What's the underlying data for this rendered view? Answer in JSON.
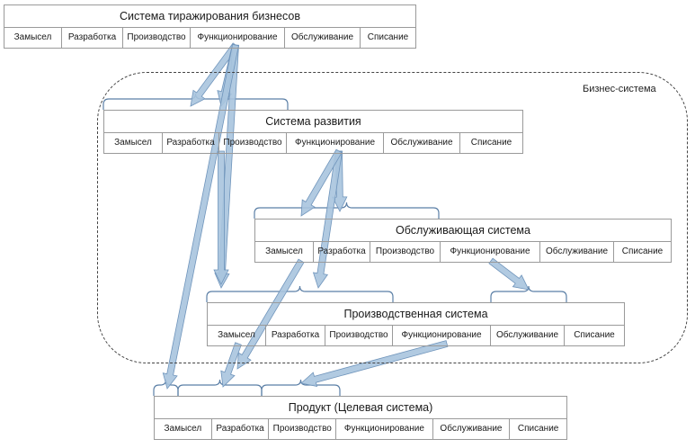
{
  "boundary_label": "Бизнес-система",
  "systems": {
    "replication": {
      "title": "Система тиражирования бизнесов",
      "stages": [
        "Замысел",
        "Разработка",
        "Производство",
        "Функционирование",
        "Обслуживание",
        "Списание"
      ]
    },
    "development": {
      "title": "Система развития",
      "stages": [
        "Замысел",
        "Разработка",
        "Производство",
        "Функционирование",
        "Обслуживание",
        "Списание"
      ]
    },
    "service": {
      "title": "Обслуживающая система",
      "stages": [
        "Замысел",
        "Разработка",
        "Производство",
        "Функционирование",
        "Обслуживание",
        "Списание"
      ]
    },
    "production": {
      "title": "Производственная система",
      "stages": [
        "Замысел",
        "Разработка",
        "Производство",
        "Функционирование",
        "Обслуживание",
        "Списание"
      ]
    },
    "product": {
      "title": "Продукт (Целевая система)",
      "stages": [
        "Замысел",
        "Разработка",
        "Производство",
        "Функционирование",
        "Обслуживание",
        "Списание"
      ]
    }
  },
  "colors": {
    "arrow_fill": "#a9c4de",
    "arrow_stroke": "#6f94bb",
    "bracket": "#5b7fa6"
  }
}
